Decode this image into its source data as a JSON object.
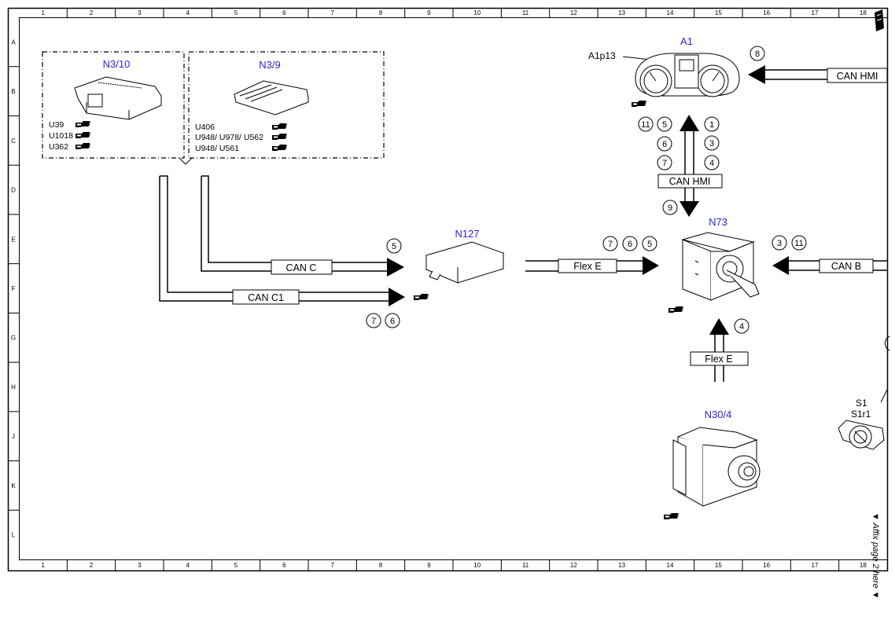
{
  "grid": {
    "columns": [
      "1",
      "2",
      "3",
      "4",
      "5",
      "6",
      "7",
      "8",
      "9",
      "10",
      "11",
      "12",
      "13",
      "14",
      "15",
      "16",
      "17",
      "18"
    ],
    "rows": [
      "A",
      "B",
      "C",
      "D",
      "E",
      "F",
      "G",
      "H",
      "J",
      "K",
      "L"
    ]
  },
  "components": {
    "n3_10": {
      "label": "N3/10",
      "refs": [
        "U39",
        "U1018",
        "U362"
      ]
    },
    "n3_9": {
      "label": "N3/9",
      "refs": [
        "U406",
        "U948/ U978/ U562",
        "U948/ U561"
      ]
    },
    "a1": {
      "label": "A1",
      "sub": "A1p13"
    },
    "n127": {
      "label": "N127"
    },
    "n73": {
      "label": "N73"
    },
    "n30_4": {
      "label": "N30/4"
    },
    "s1": {
      "label": "S1",
      "sub": "S1r1"
    }
  },
  "buses": {
    "can_c": "CAN C",
    "can_c1": "CAN C1",
    "flex_e_n127": "Flex E",
    "flex_e_n30": "Flex E",
    "can_hmi_vertical": "CAN HMI",
    "can_hmi_top": "CAN HMI",
    "can_b": "CAN B"
  },
  "callouts": {
    "can_c_end": "5",
    "can_c1_a": "7",
    "can_c1_b": "6",
    "flex_a": "7",
    "flex_b": "6",
    "flex_c": "5",
    "hmi_l1": "11",
    "hmi_l2": "5",
    "hmi_l3": "6",
    "hmi_l4": "7",
    "hmi_r1": "1",
    "hmi_r2": "3",
    "hmi_r3": "4",
    "hmi_down": "9",
    "hmi_top": "8",
    "canb_a": "3",
    "canb_b": "11",
    "flex_up": "4"
  },
  "side_note": "▼ Affix page 2 here ▼"
}
